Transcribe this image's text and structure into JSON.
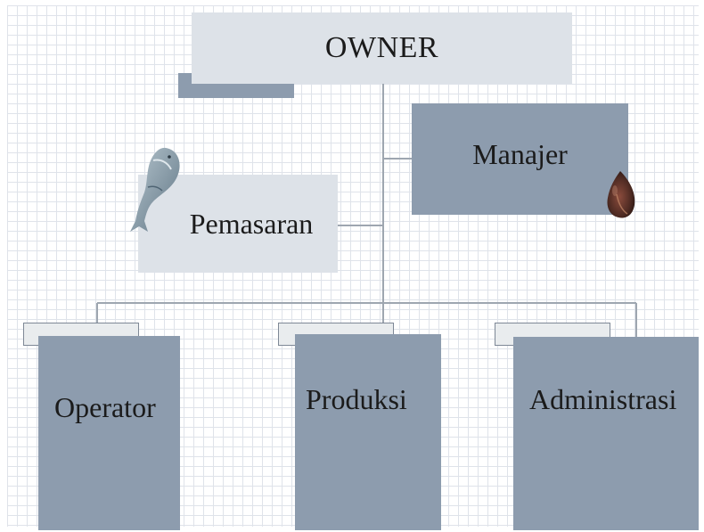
{
  "org_chart": {
    "owner": "OWNER",
    "manajer": "Manajer",
    "pemasaran": "Pemasaran",
    "departments": [
      "Operator",
      "Produksi",
      "Administrasi"
    ]
  },
  "decorations": {
    "illustration_left": "whale-icon",
    "illustration_right": "seed-icon"
  },
  "colors": {
    "light_box": "#dde2e8",
    "dark_box": "#8d9cae",
    "connector": "#9ea6b0",
    "grid": "#dfe3ea"
  }
}
